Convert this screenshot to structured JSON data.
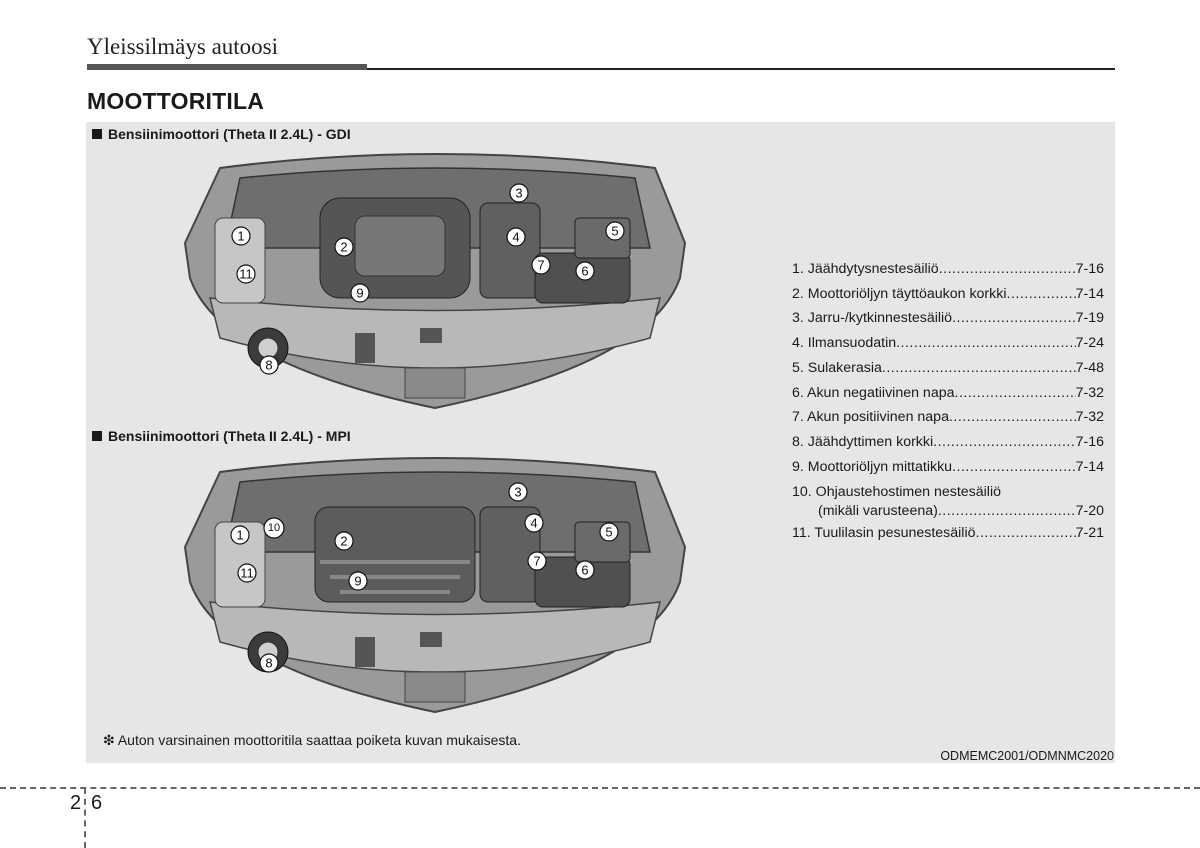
{
  "header": {
    "section_title": "Yleissilmäys autoosi"
  },
  "page": {
    "heading": "MOOTTORITILA",
    "page_chapter": "2",
    "page_number": "6"
  },
  "figures": [
    {
      "caption": "Bensiinimoottori (Theta II 2.4L) - GDI",
      "callouts": [
        "1",
        "2",
        "3",
        "4",
        "5",
        "6",
        "7",
        "8",
        "9",
        "11"
      ]
    },
    {
      "caption": "Bensiinimoottori (Theta II 2.4L) - MPI",
      "callouts": [
        "1",
        "10",
        "2",
        "3",
        "4",
        "5",
        "6",
        "7",
        "8",
        "9",
        "11"
      ]
    }
  ],
  "legend": [
    {
      "label": "1. Jäähdytysnestesäiliö",
      "page": "7-16"
    },
    {
      "label": "2. Moottoriöljyn täyttöaukon korkki",
      "page": "7-14"
    },
    {
      "label": "3. Jarru-/kytkinnestesäiliö",
      "page": "7-19"
    },
    {
      "label": "4. Ilmansuodatin",
      "page": "7-24"
    },
    {
      "label": "5. Sulakerasia",
      "page": "7-48"
    },
    {
      "label": "6. Akun negatiivinen napa",
      "page": "7-32"
    },
    {
      "label": "7. Akun positiivinen napa",
      "page": "7-32"
    },
    {
      "label": "8. Jäähdyttimen korkki",
      "page": "7-16"
    },
    {
      "label": "9. Moottoriöljyn mittatikku",
      "page": "7-14"
    },
    {
      "label": "10. Ohjaustehostimen nestesäiliö",
      "label2": "(mikäli varusteena)",
      "page": "7-20"
    },
    {
      "label": "11. Tuulilasin pesunestesäiliö",
      "page": "7-21"
    }
  ],
  "note": "❇ Auton varsinainen moottoritila saattaa poiketa kuvan mukaisesta.",
  "image_code": "ODMEMC2001/ODMNMC2020"
}
